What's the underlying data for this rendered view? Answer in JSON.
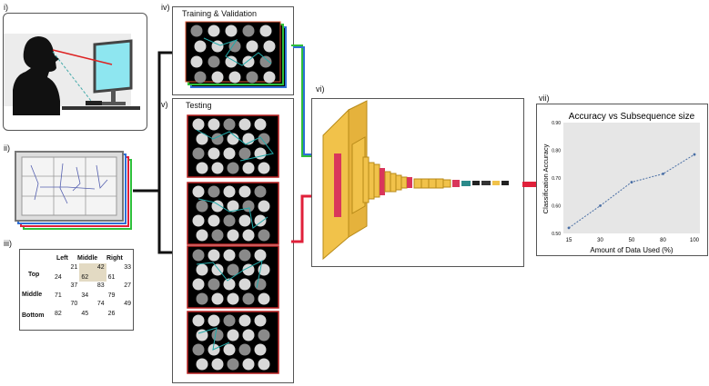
{
  "labels": {
    "i": "i)",
    "ii": "ii)",
    "iii": "iii)",
    "iv": "iv)",
    "v": "v)",
    "vi": "vi)",
    "vii": "vii)"
  },
  "panels": {
    "training_title": "Training & Validation",
    "testing_title": "Testing"
  },
  "position_table": {
    "col_headers": [
      "Left",
      "Middle",
      "Right"
    ],
    "row_headers": [
      "Top",
      "Middle",
      "Bottom"
    ],
    "cells": [
      [
        {
          "tr": "21",
          "bl": "24"
        },
        {
          "tr": "42",
          "bl": "62"
        },
        {
          "tr": "33",
          "bl": "61"
        }
      ],
      [
        {
          "tr": "37",
          "bl": "71"
        },
        {
          "tr": "83",
          "bl": "34"
        },
        {
          "tr": "27",
          "bl": "79"
        }
      ],
      [
        {
          "tr": "70",
          "bl": "82"
        },
        {
          "tr": "74",
          "bl": "45"
        },
        {
          "tr": "49",
          "bl": "26"
        }
      ]
    ],
    "highlight_color": "#e3dac3"
  },
  "colors": {
    "green_line": "#2fbf3a",
    "blue_line": "#2f6fd6",
    "red_line": "#e0203a",
    "cnn_yellow": "#f1c24a",
    "cnn_red": "#d9365b"
  },
  "chart_data": {
    "type": "line",
    "title": "Accuracy vs Subsequence size",
    "xlabel": "Amount of Data Used (%)",
    "ylabel": "Classification Accuracy",
    "x": [
      "15",
      "30",
      "50",
      "80",
      "100"
    ],
    "values": [
      0.52,
      0.6,
      0.685,
      0.715,
      0.785
    ],
    "yticks": [
      "0.50",
      "0.60",
      "0.70",
      "0.80",
      "0.90"
    ],
    "ylim": [
      0.5,
      0.9
    ],
    "grid": false,
    "line_color": "#4a6fa5"
  }
}
